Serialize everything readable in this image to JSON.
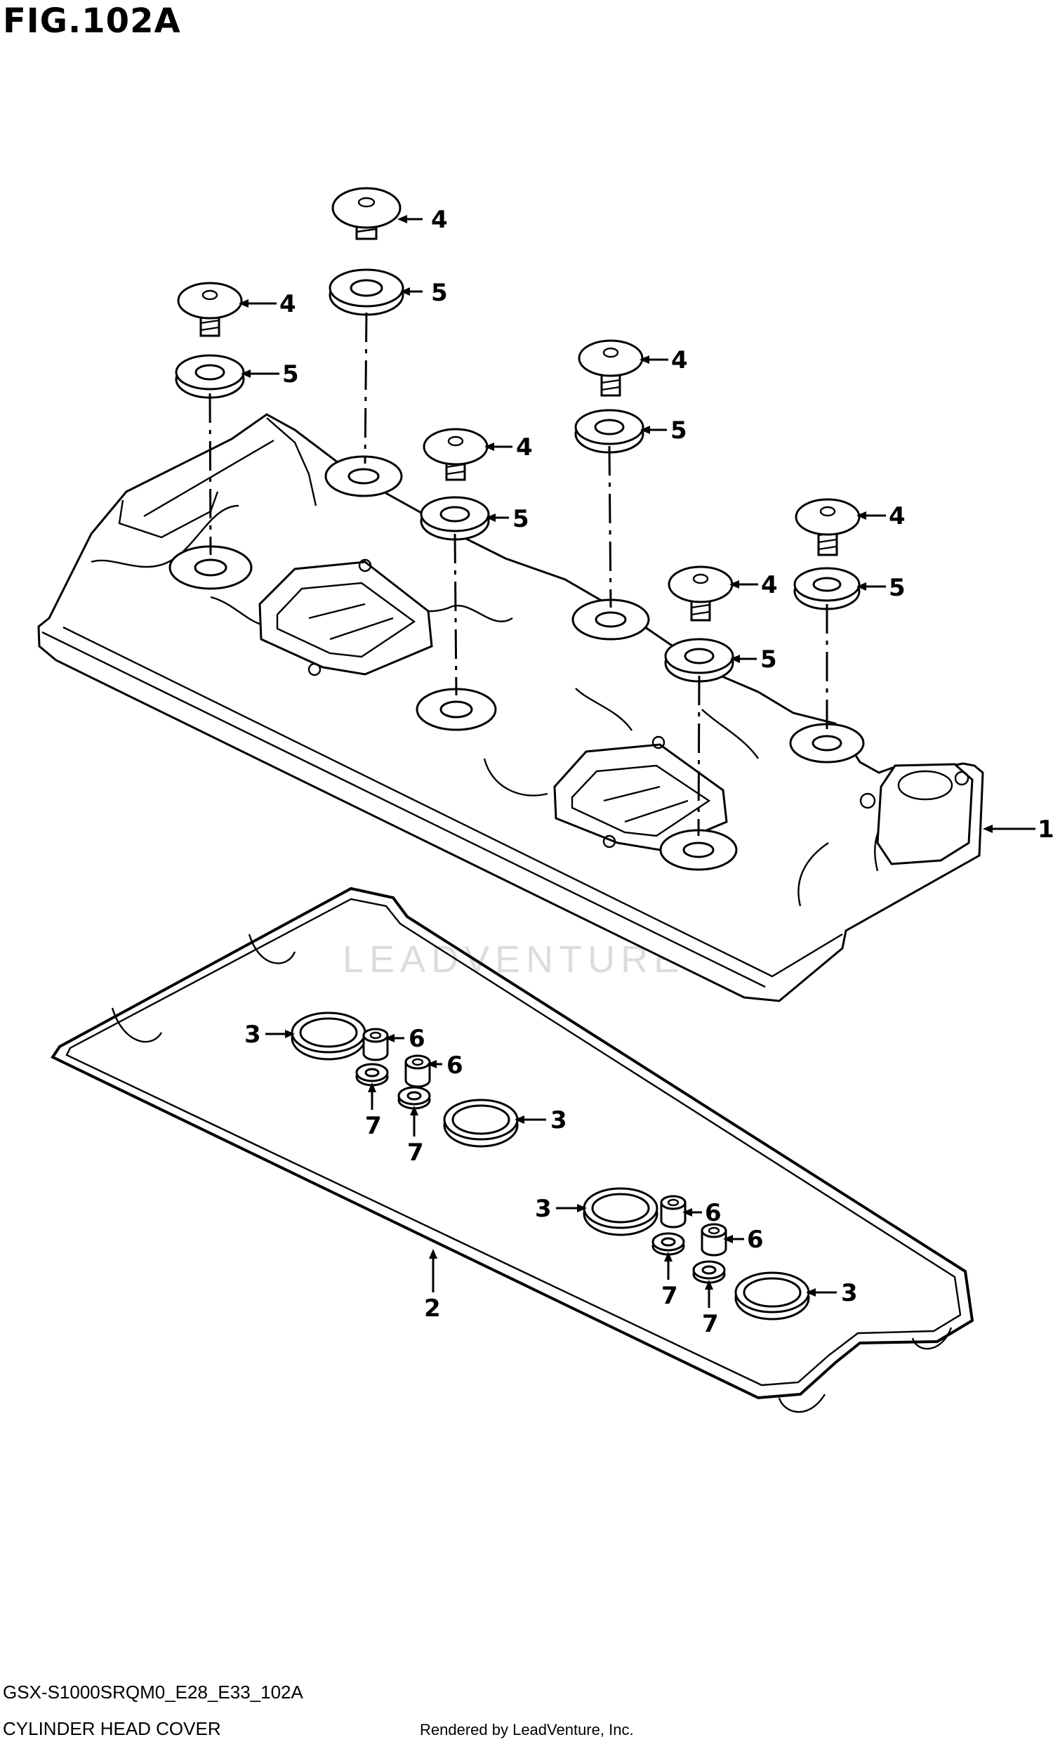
{
  "figure": {
    "title": "FIG.102A",
    "model_code": "GSX-S1000SRQM0_E28_E33_102A",
    "caption": "CYLINDER HEAD COVER",
    "rendered_by": "Rendered by LeadVenture, Inc.",
    "watermark": "LEADVENTURE"
  },
  "callouts": {
    "cover": "1",
    "gasket": "2",
    "plug_seal": "3",
    "bolt": "4",
    "washer": "5",
    "dowel": "6",
    "o_ring": "7"
  },
  "icons": {
    "bolt": "bolt-icon",
    "washer": "washer-icon",
    "seal": "seal-ring-icon",
    "dowel": "dowel-pin-icon"
  },
  "colors": {
    "line": "#000000",
    "background": "#ffffff",
    "watermark": "#dcdcdc"
  }
}
